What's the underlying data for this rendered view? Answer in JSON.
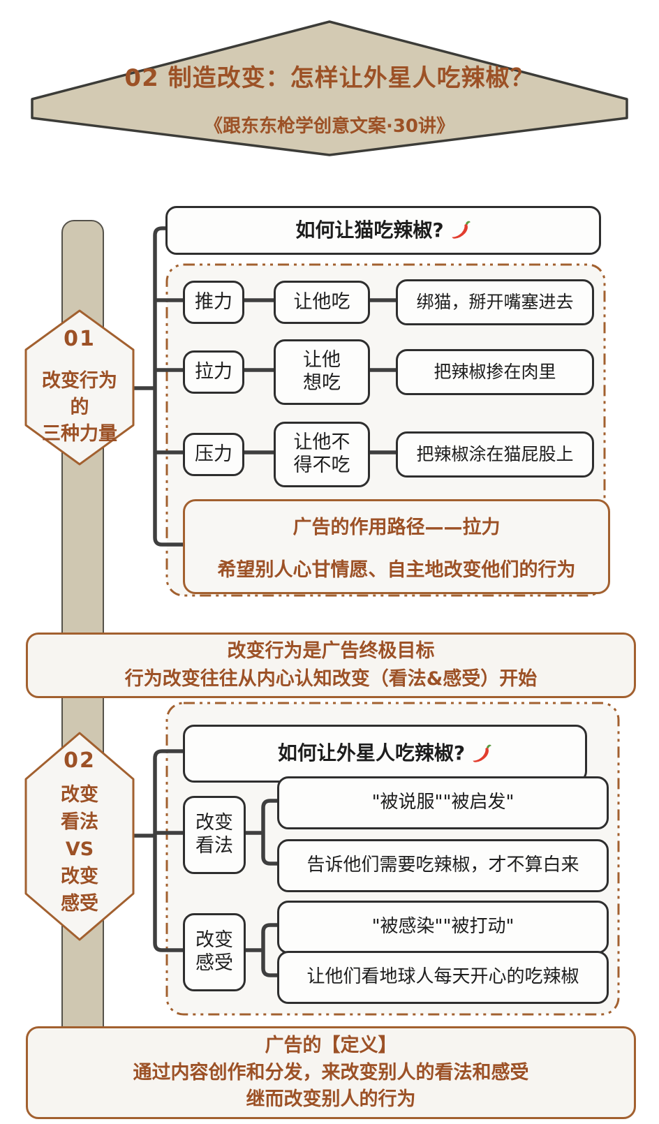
{
  "banner": {
    "title": "02 制造改变：怎样让外星人吃辣椒？",
    "subtitle": "《跟东东枪学创意文案·30讲》"
  },
  "section1": {
    "badge": {
      "number": "01",
      "lines": "改变行为\n的\n三种力量"
    },
    "question": "如何让猫吃辣椒?",
    "rows": [
      {
        "force": "推力",
        "goal": "让他吃",
        "method": "绑猫，掰开嘴塞进去"
      },
      {
        "force": "拉力",
        "goal": "让他\n想吃",
        "method": "把辣椒掺在肉里"
      },
      {
        "force": "压力",
        "goal": "让他不\n得不吃",
        "method": "把辣椒涂在猫屁股上"
      }
    ],
    "summary": {
      "line1": "广告的作用路径——拉力",
      "line2": "希望别人心甘情愿、自主地改变他们的行为"
    }
  },
  "divider": {
    "line1": "改变行为是广告终极目标",
    "line2": "行为改变往往从内心认知改变（看法&感受）开始"
  },
  "section2": {
    "badge": {
      "number": "02",
      "lines": "改变\n看法\nVS\n改变\n感受"
    },
    "question": "如何让外星人吃辣椒?",
    "groups": [
      {
        "label": "改变\n看法",
        "children": [
          "\"被说服\"\"被启发\"",
          "告诉他们需要吃辣椒，才不算白来"
        ]
      },
      {
        "label": "改变\n感受",
        "children": [
          "\"被感染\"\"被打动\"",
          "让他们看地球人每天开心的吃辣椒"
        ]
      }
    ]
  },
  "footer": {
    "line1": "广告的【定义】",
    "line2": "通过内容创作和分发，来改变别人的看法和感受",
    "line3": "继而改变别人的行为"
  },
  "colors": {
    "accent_brown_text": "#9c5126",
    "brown_border": "#a2602f",
    "tan_banner_fill": "#d3cab3",
    "panel_fill": "#f8f7f4",
    "node_border": "#2e2e2e",
    "connector": "#3f3f3f",
    "chili_red": "#e23d2e",
    "chili_green": "#5d9b42"
  }
}
